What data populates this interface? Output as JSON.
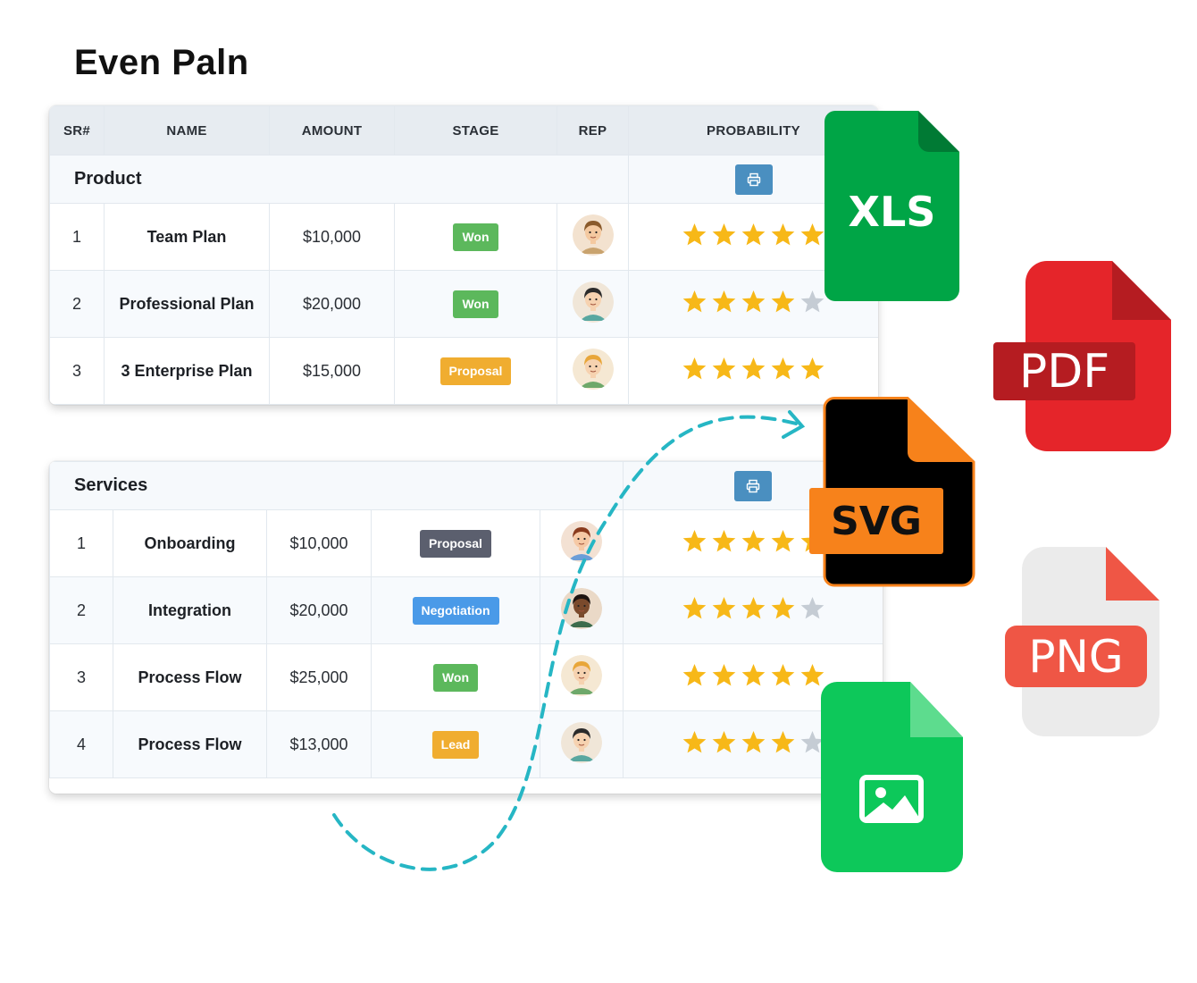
{
  "title": "Even Paln",
  "columns": [
    "SR#",
    "NAME",
    "AMOUNT",
    "STAGE",
    "REP",
    "PROBABILITY"
  ],
  "product": {
    "label": "Product",
    "rows": [
      {
        "sr": "1",
        "name": "Team Plan",
        "amount": "$10,000",
        "stage": "Won",
        "rating": 5
      },
      {
        "sr": "2",
        "name": "Professional Plan",
        "amount": "$20,000",
        "stage": "Won",
        "rating": 4
      },
      {
        "sr": "3",
        "name": "3 Enterprise Plan",
        "amount": "$15,000",
        "stage": "Proposal",
        "rating": 5
      }
    ]
  },
  "services": {
    "label": "Services",
    "rows": [
      {
        "sr": "1",
        "name": "Onboarding",
        "amount": "$10,000",
        "stage": "Proposal",
        "rating": 5
      },
      {
        "sr": "2",
        "name": "Integration",
        "amount": "$20,000",
        "stage": "Negotiation",
        "rating": 4
      },
      {
        "sr": "3",
        "name": "Process Flow",
        "amount": "$25,000",
        "stage": "Won",
        "rating": 5
      },
      {
        "sr": "4",
        "name": "Process Flow",
        "amount": "$13,000",
        "stage": "Lead",
        "rating": 4
      }
    ]
  },
  "stage_colors": {
    "Won": "#5cb85c",
    "Proposal_product": "#f0ad30",
    "Proposal_services": "#5b5f6e",
    "Negotiation": "#4a9ae8",
    "Lead": "#f0ad30"
  },
  "exports": {
    "xls": "XLS",
    "pdf": "PDF",
    "svg": "SVG",
    "png": "PNG"
  },
  "colors": {
    "star_on": "#f7b818",
    "star_off": "#c5ccd4",
    "xls": "#00a546",
    "pdf": "#e5252a",
    "svg_accent": "#f7821b",
    "png_bg": "#ebebeb",
    "png_accent": "#ef5645",
    "image_file": "#0dc85a",
    "dash": "#26b6c4"
  }
}
